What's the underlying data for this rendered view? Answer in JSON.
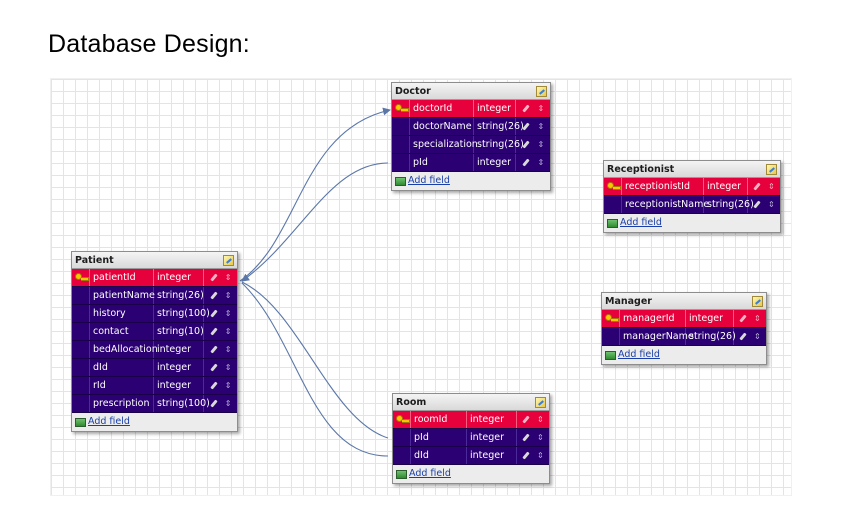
{
  "heading": "Database Design:",
  "add_field_label": "Add field",
  "colors": {
    "primary_key_row": "#e6003c",
    "field_row": "#2a0072",
    "connector": "#5b77a8"
  },
  "tables": [
    {
      "name": "Doctor",
      "fields": [
        {
          "name": "doctorId",
          "type": "integer",
          "pk": true
        },
        {
          "name": "doctorName",
          "type": "string(26)",
          "pk": false
        },
        {
          "name": "specialization",
          "type": "string(26)",
          "pk": false
        },
        {
          "name": "pId",
          "type": "integer",
          "pk": false
        }
      ]
    },
    {
      "name": "Receptionist",
      "fields": [
        {
          "name": "receptionistId",
          "type": "integer",
          "pk": true
        },
        {
          "name": "receptionistName",
          "type": "string(26)",
          "pk": false
        }
      ]
    },
    {
      "name": "Patient",
      "fields": [
        {
          "name": "patientId",
          "type": "integer",
          "pk": true
        },
        {
          "name": "patientName",
          "type": "string(26)",
          "pk": false
        },
        {
          "name": "history",
          "type": "string(100)",
          "pk": false
        },
        {
          "name": "contact",
          "type": "string(10)",
          "pk": false
        },
        {
          "name": "bedAllocation",
          "type": "integer",
          "pk": false
        },
        {
          "name": "dId",
          "type": "integer",
          "pk": false
        },
        {
          "name": "rId",
          "type": "integer",
          "pk": false
        },
        {
          "name": "prescription",
          "type": "string(100)",
          "pk": false
        }
      ]
    },
    {
      "name": "Manager",
      "fields": [
        {
          "name": "managerId",
          "type": "integer",
          "pk": true
        },
        {
          "name": "managerName",
          "type": "string(26)",
          "pk": false
        }
      ]
    },
    {
      "name": "Room",
      "fields": [
        {
          "name": "roomId",
          "type": "integer",
          "pk": true
        },
        {
          "name": "pId",
          "type": "integer",
          "pk": false
        },
        {
          "name": "dId",
          "type": "integer",
          "pk": false
        }
      ]
    }
  ]
}
